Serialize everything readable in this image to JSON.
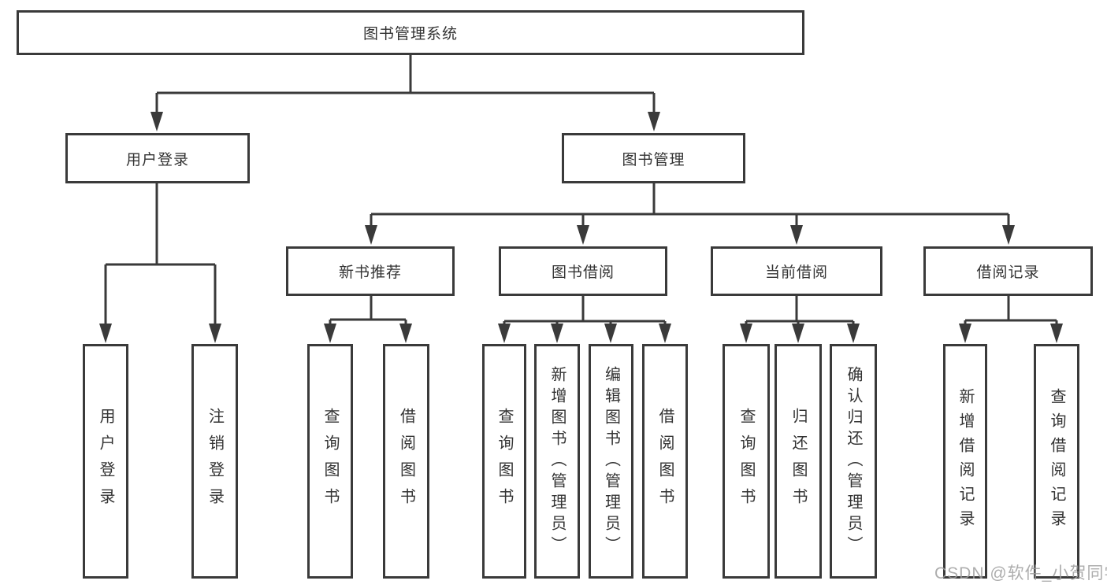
{
  "diagram": {
    "root": {
      "label": "图书管理系统"
    },
    "level2": [
      {
        "label": "用户登录"
      },
      {
        "label": "图书管理"
      }
    ],
    "level3": [
      {
        "label": "新书推荐"
      },
      {
        "label": "图书借阅"
      },
      {
        "label": "当前借阅"
      },
      {
        "label": "借阅记录"
      }
    ],
    "leaves": [
      {
        "label": "用户登录"
      },
      {
        "label": "注销登录"
      },
      {
        "label": "查询图书"
      },
      {
        "label": "借阅图书"
      },
      {
        "label": "查询图书"
      },
      {
        "label": "新增图书（管理员）"
      },
      {
        "label": "编辑图书（管理员）"
      },
      {
        "label": "借阅图书"
      },
      {
        "label": "查询图书"
      },
      {
        "label": "归还图书"
      },
      {
        "label": "确认归还（管理员）"
      },
      {
        "label": "新增借阅记录"
      },
      {
        "label": "查询借阅记录"
      }
    ]
  },
  "watermark": {
    "text": "CSDN @软件_小贺同学"
  },
  "colors": {
    "line": "#3a3a3a",
    "text": "#333333",
    "watermark": "#9f9f9f",
    "background": "#ffffff"
  }
}
